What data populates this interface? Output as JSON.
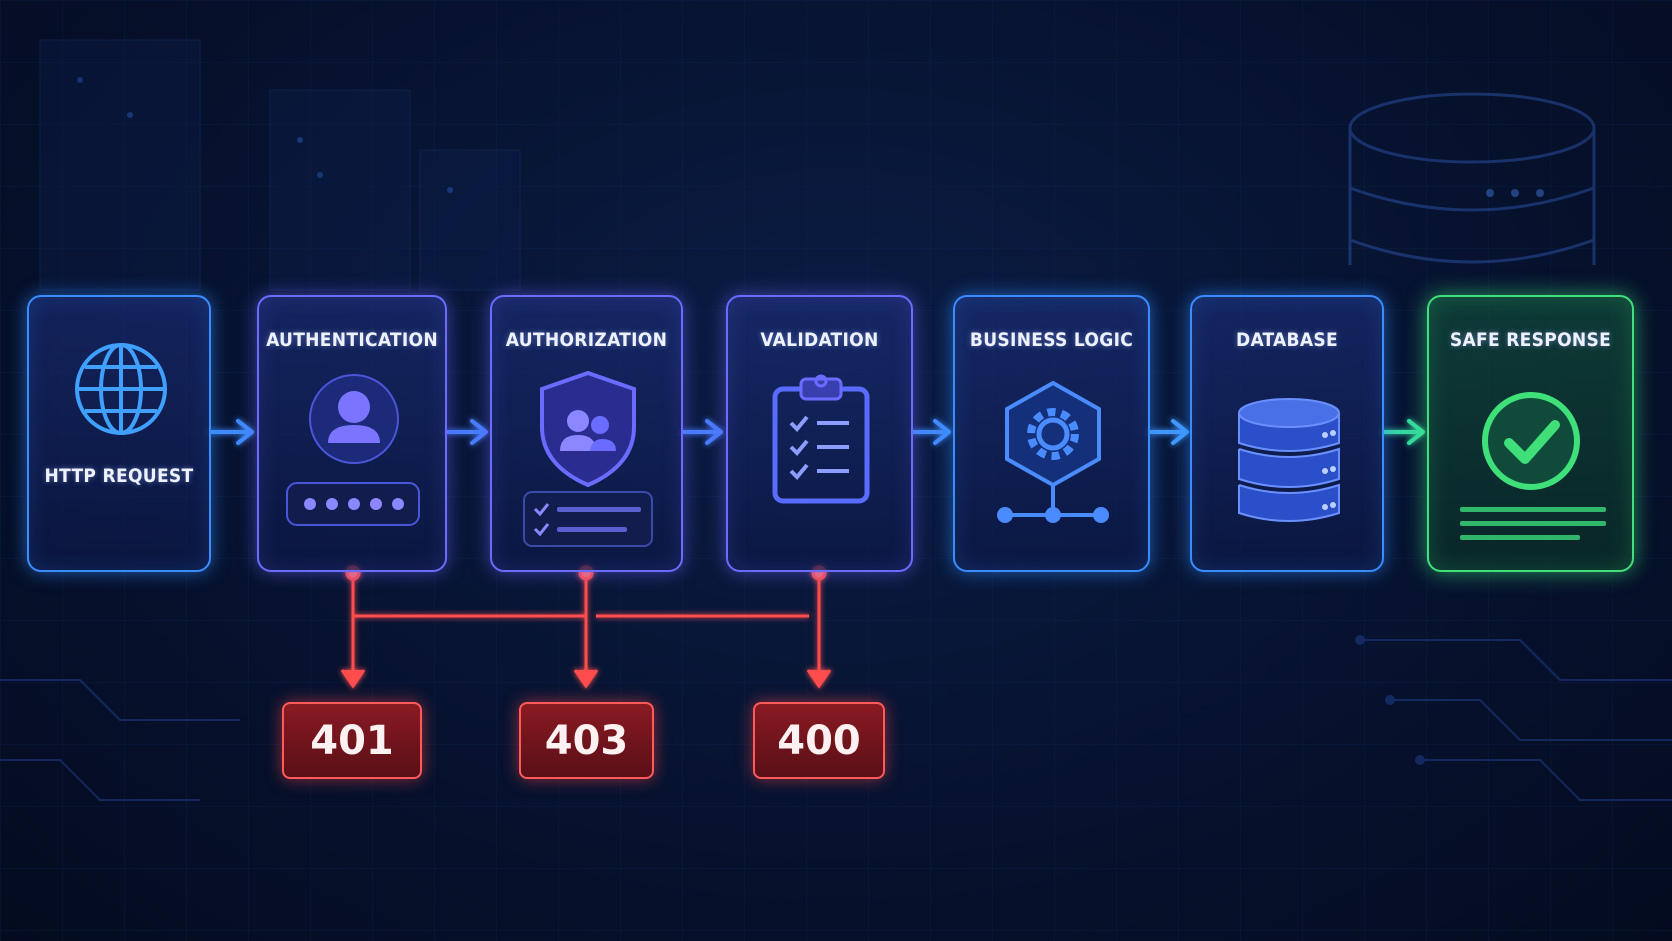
{
  "stages": [
    {
      "id": "http-request",
      "label": "HTTP REQUEST",
      "icon": "globe-icon"
    },
    {
      "id": "authentication",
      "label": "AUTHENTICATION",
      "icon": "user-icon"
    },
    {
      "id": "authorization",
      "label": "AUTHORIZATION",
      "icon": "shield-users-icon"
    },
    {
      "id": "validation",
      "label": "VALIDATION",
      "icon": "clipboard-check-icon"
    },
    {
      "id": "business-logic",
      "label": "BUSINESS LOGIC",
      "icon": "gear-hexagon-icon"
    },
    {
      "id": "database",
      "label": "DATABASE",
      "icon": "database-icon"
    },
    {
      "id": "safe-response",
      "label": "SAFE RESPONSE",
      "icon": "check-circle-icon"
    }
  ],
  "error_codes": [
    {
      "from": "authentication",
      "code": "401"
    },
    {
      "from": "authorization",
      "code": "403"
    },
    {
      "from": "validation",
      "code": "400"
    }
  ],
  "colors": {
    "background": "#061233",
    "flow": "#3f8cff",
    "error": "#ff4d4d",
    "success": "#3fe07a"
  }
}
